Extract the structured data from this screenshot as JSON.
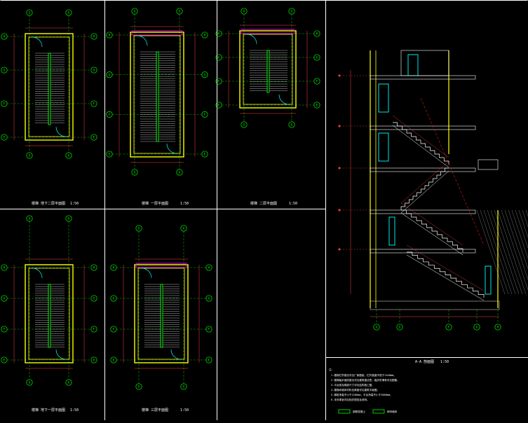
{
  "colors": {
    "background": "#000000",
    "frame": "#ffffff",
    "grid_axis": "#00ff00",
    "wall": "#ffff00",
    "stair": "#ffffff",
    "dimension": "#ff4040",
    "section_line": "#ff2020",
    "glazing": "#00ffff",
    "landing": "#ff00ff",
    "hatch": "#c0c0c0"
  },
  "plans": [
    {
      "id": "plan-1",
      "title": "楼梯 地下二层平面图",
      "scale": "1:50",
      "axes_top": [
        "G",
        "G"
      ],
      "axes_bottom": [
        "G",
        "G"
      ],
      "axes_side": [
        "H",
        "G",
        "F",
        "E"
      ]
    },
    {
      "id": "plan-2",
      "title": "楼梯 一层平面图",
      "scale": "1:50",
      "axes_top": [
        "G",
        "G"
      ],
      "axes_bottom": [
        "G",
        "G"
      ],
      "axes_side": [
        "H",
        "G",
        "F",
        "E"
      ]
    },
    {
      "id": "plan-3",
      "title": "楼梯 二层平面图",
      "scale": "1:50",
      "axes_top": [
        "G",
        "G"
      ],
      "axes_bottom": [
        "G",
        "G"
      ],
      "axes_side": [
        "H",
        "G",
        "F",
        "E"
      ]
    },
    {
      "id": "plan-4",
      "title": "楼梯 地下一层平面图",
      "scale": "1:50",
      "axes_top": [
        "G",
        "G"
      ],
      "axes_bottom": [
        "G",
        "G"
      ],
      "axes_side": [
        "H",
        "G",
        "F",
        "E"
      ]
    },
    {
      "id": "plan-5",
      "title": "楼梯 三层平面图",
      "scale": "1:50",
      "axes_top": [
        "G",
        "G"
      ],
      "axes_bottom": [
        "G",
        "G"
      ],
      "axes_side": [
        "H",
        "G",
        "F",
        "E"
      ]
    }
  ],
  "section": {
    "title": "A-A 剖面图",
    "scale": "1:50",
    "axes_bottom": [
      "G",
      "G",
      "F",
      "G",
      "H"
    ]
  },
  "notes": {
    "heading": "注：",
    "lines": [
      "1.楼梯栏杆做法详见厂家图纸，栏杆高度不低于1100mm。",
      "2.楼梯踏步面层做法详见建筑做法表，踏步防滑条详见图集。",
      "3.平台梁及梯梁尺寸详见结构施工图。",
      "4.楼梯间墙体材料及厚度详见建筑平面图。",
      "5.梯段净高不小于2200mm，平台净高不小于2000mm。",
      "6.未尽事宜详见相关规范及说明。"
    ],
    "legend_1": "钢筋混凝土",
    "legend_2": "砌块墙体"
  }
}
